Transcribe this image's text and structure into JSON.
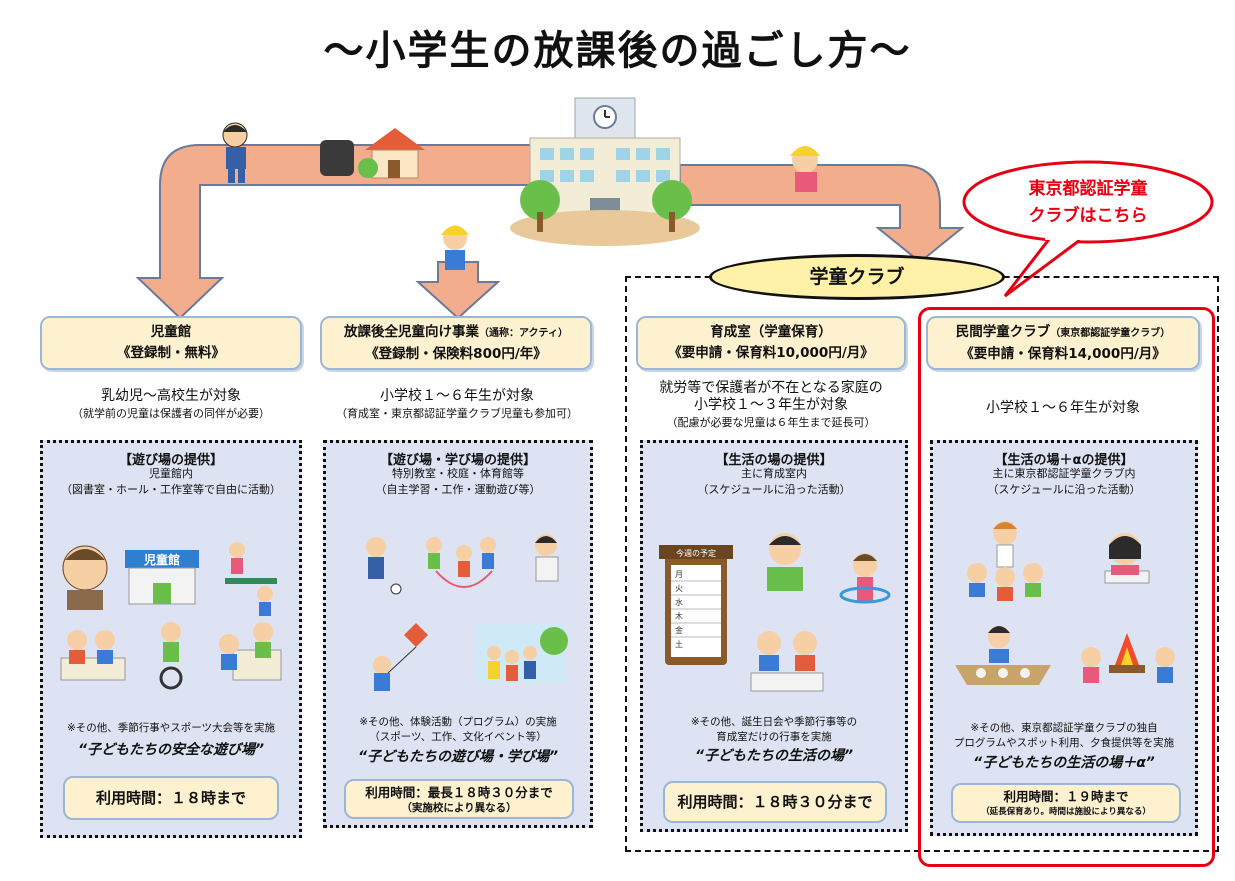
{
  "title": "～小学生の放課後の過ごし方～",
  "callout": {
    "line1": "東京都認証学童",
    "line2": "クラブはこちら"
  },
  "group_label": "学童クラブ",
  "school_illustration": {
    "calendar_title": "今週の予定",
    "days": [
      "月",
      "火",
      "水",
      "木",
      "金",
      "土"
    ]
  },
  "columns": [
    {
      "name": "児童館",
      "name_note": "",
      "subtitle": "《登録制・無料》",
      "target": "乳幼児～高校生が対象",
      "target_note": "（就学前の児童は保護者の同伴が必要）",
      "panel_title": "【遊び場の提供】",
      "panel_desc1": "児童館内",
      "panel_desc2": "（図書室・ホール・工作室等で自由に活動）",
      "building_sign": "児童館",
      "note1": "※その他、季節行事やスポーツ大会等を実施",
      "note2": "",
      "slogan": "“子どもたちの安全な遊び場”",
      "hours": "利用時間：１８時まで",
      "hours_note": ""
    },
    {
      "name": "放課後全児童向け事業",
      "name_note": "（通称：アクティ）",
      "subtitle": "《登録制・保険料800円/年》",
      "target": "小学校１～６年生が対象",
      "target_note": "（育成室・東京都認証学童クラブ児童も参加可）",
      "panel_title": "【遊び場・学び場の提供】",
      "panel_desc1": "特別教室・校庭・体育館等",
      "panel_desc2": "（自主学習・工作・運動遊び等）",
      "note1": "※その他、体験活動（プログラム）の実施",
      "note2": "（スポーツ、工作、文化イベント等）",
      "slogan": "“子どもたちの遊び場・学び場”",
      "hours": "利用時間：最長１８時３０分まで",
      "hours_note": "（実施校により異なる）"
    },
    {
      "name": "育成室（学童保育）",
      "name_note": "",
      "subtitle": "《要申請・保育料10,000円/月》",
      "target": "就労等で保護者が不在となる家庭の",
      "target2": "小学校１～３年生が対象",
      "target_note": "（配慮が必要な児童は６年生まで延長可）",
      "panel_title": "【生活の場の提供】",
      "panel_desc1": "主に育成室内",
      "panel_desc2": "（スケジュールに沿った活動）",
      "note1": "※その他、誕生日会や季節行事等の",
      "note2": "育成室だけの行事を実施",
      "slogan": "“子どもたちの生活の場”",
      "hours": "利用時間：１８時３０分まで",
      "hours_note": ""
    },
    {
      "name": "民間学童クラブ",
      "name_note": "（東京都認証学童クラブ）",
      "subtitle": "《要申請・保育料14,000円/月》",
      "target": "小学校１～６年生が対象",
      "target_note": "",
      "panel_title": "【生活の場＋αの提供】",
      "panel_desc1": "主に東京都認証学童クラブ内",
      "panel_desc2": "（スケジュールに沿った活動）",
      "note1": "※その他、東京都認証学童クラブの独自",
      "note2": "プログラムやスポット利用、夕食提供等を実施",
      "slogan": "“子どもたちの生活の場＋α”",
      "hours": "利用時間：１９時まで",
      "hours_note": "（延長保育あり。時間は施設により異なる）"
    }
  ],
  "colors": {
    "arrow": "#f2ad8c",
    "arrow_border": "#6b7a99",
    "header_bg": "#fdf1cf",
    "panel_bg": "#dde3f2",
    "callout_red": "#e60012",
    "ellipse_fill": "#fff2a8"
  }
}
